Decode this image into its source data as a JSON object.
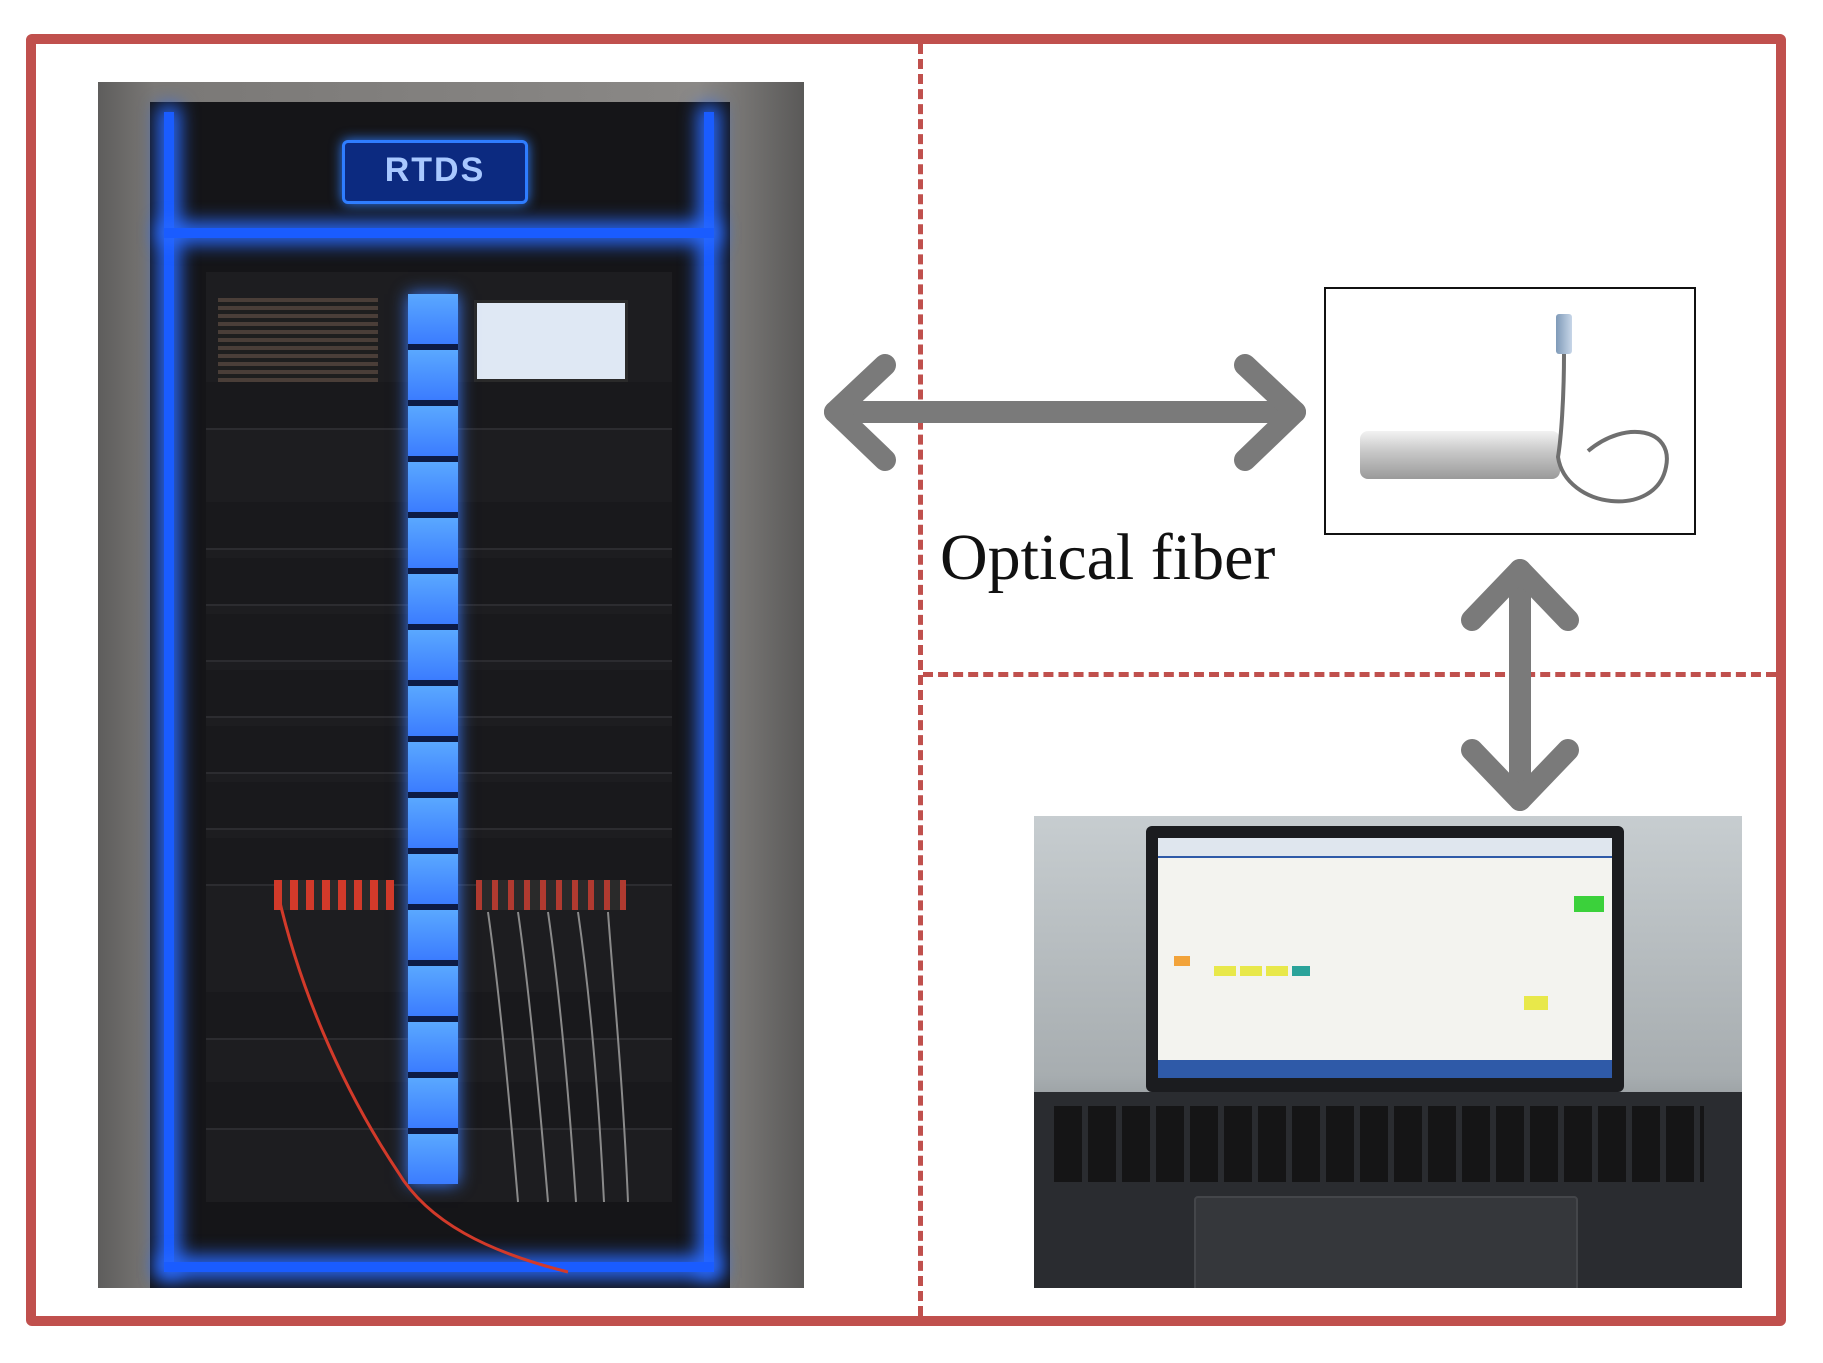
{
  "labels": {
    "optical_fiber": "Optical fiber",
    "rack_logo": "RTDS"
  },
  "images": [
    {
      "name": "rtds-rack-photo",
      "description_icon": "rtds-rack-icon"
    },
    {
      "name": "sensor-device-photo",
      "description_icon": "sensor-device-icon"
    },
    {
      "name": "laptop-photo",
      "description_icon": "laptop-icon"
    }
  ],
  "colors": {
    "frame": "#c0504d",
    "dashed_divider": "#c0504d",
    "arrow": "#7a7a7a",
    "rack_glow": "#1a5cff"
  },
  "connections": [
    {
      "from": "rtds-rack-photo",
      "to": "sensor-device-photo",
      "direction": "bidirectional"
    },
    {
      "from": "sensor-device-photo",
      "to": "laptop-photo",
      "direction": "bidirectional"
    }
  ]
}
